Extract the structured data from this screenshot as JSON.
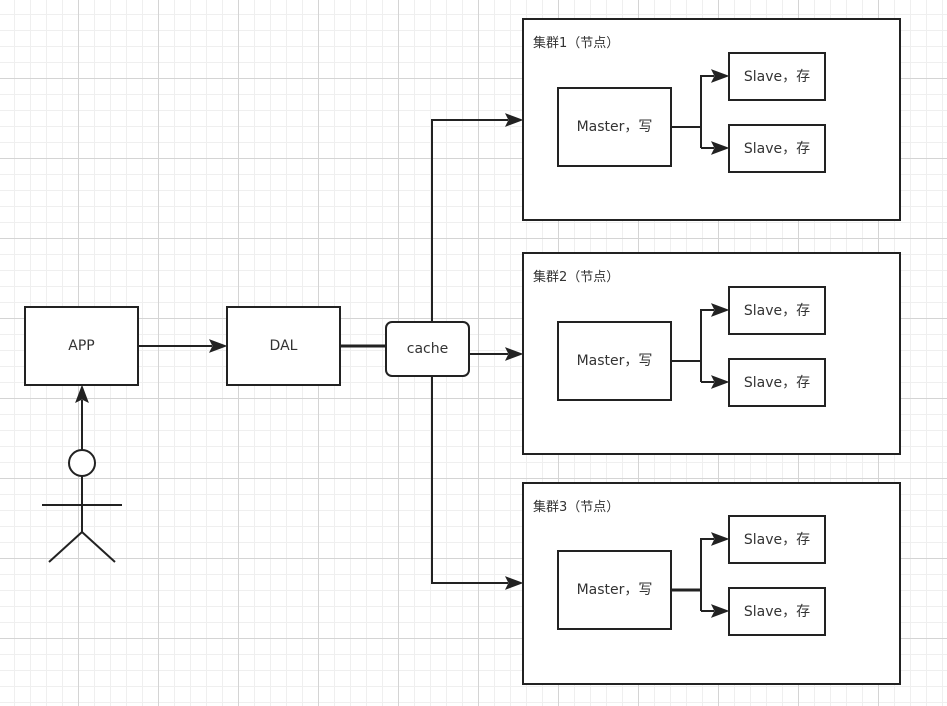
{
  "nodes": {
    "app": "APP",
    "dal": "DAL",
    "cache": "cache"
  },
  "clusters": [
    {
      "title": "集群1（节点）",
      "master": "Master，写",
      "slaves": [
        "Slave，存",
        "Slave，存"
      ]
    },
    {
      "title": "集群2（节点）",
      "master": "Master，写",
      "slaves": [
        "Slave，存",
        "Slave，存"
      ]
    },
    {
      "title": "集群3（节点）",
      "master": "Master，写",
      "slaves": [
        "Slave，存",
        "Slave，存"
      ]
    }
  ],
  "colors": {
    "stroke": "#222222",
    "text": "#333333",
    "background": "#ffffff",
    "grid_major": "#d4d4d4",
    "grid_minor": "#efefef"
  }
}
